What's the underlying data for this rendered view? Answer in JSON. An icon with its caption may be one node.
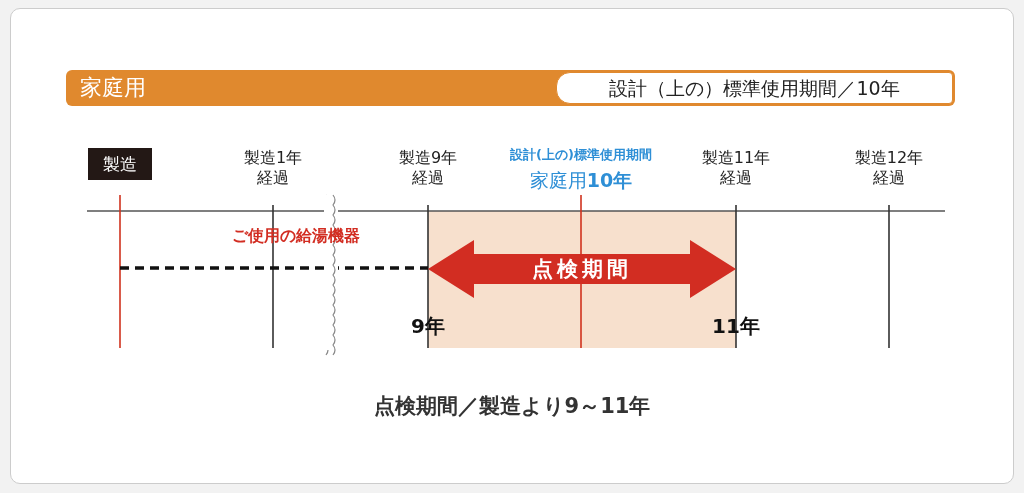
{
  "diagram": {
    "caption": "点検期間／製造より9～11年",
    "nodes": [
      {
        "text": [
          "家庭用"
        ]
      },
      {
        "text": [
          "設計（上の）標準使用期間／10年"
        ],
        "in": 0
      },
      {
        "text": [
          "製造"
        ]
      },
      {
        "text": [
          "点検期間"
        ]
      }
    ],
    "edges": [],
    "labels": [
      "製造1年経過",
      "製造9年経過",
      "設計(上の)標準使用期間",
      "家庭用**10年**",
      "製造11年経過",
      "製造12年経過",
      "ご使用の給湯機器",
      "9年",
      "11年"
    ]
  }
}
